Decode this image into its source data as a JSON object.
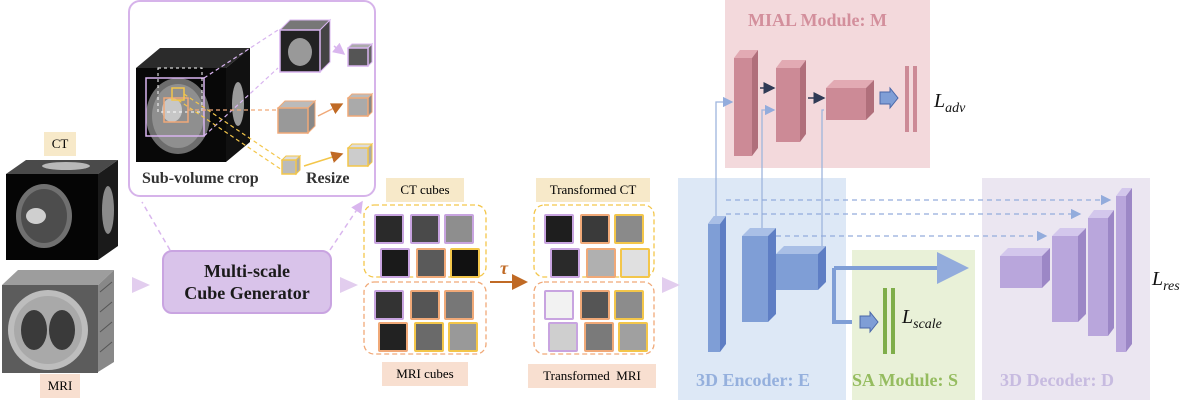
{
  "input": {
    "ct_label": "CT",
    "mri_label": "MRI"
  },
  "crop_panel": {
    "crop_label": "Sub-volume crop",
    "resize_label": "Resize"
  },
  "generator": {
    "line1": "Multi-scale",
    "line2": "Cube Generator"
  },
  "cubes": {
    "ct_label": "CT cubes",
    "mri_label": "MRI cubes"
  },
  "transform": {
    "symbol": "τ",
    "ct_label": "Transformed CT",
    "mri_label": "Transformed  MRI"
  },
  "mial": {
    "title": "MIAL Module: M",
    "loss_main": "L",
    "loss_sub": "adv"
  },
  "encoder": {
    "title": "3D Encoder: E"
  },
  "sa": {
    "title": "SA Module: S",
    "loss_main": "L",
    "loss_sub": "scale"
  },
  "decoder": {
    "title": "3D Decoder: D"
  },
  "res_loss": {
    "main": "L",
    "sub": "res"
  },
  "colors": {
    "purple_panel": "#d6b3ea",
    "generator_fill": "#d9c3ea",
    "ct_tag": "#f7e9c9",
    "mri_tag": "#f8dfd0",
    "mial_bg": "#f3d9dc",
    "encoder_bg": "#dde8f6",
    "sa_bg": "#e9f1d8",
    "decoder_bg": "#ebe6f1",
    "pink_block": "#cc8a96",
    "blue_block": "#7f9ed6",
    "lavender_block": "#b9a6dc",
    "green_bar": "#7fae4a"
  }
}
